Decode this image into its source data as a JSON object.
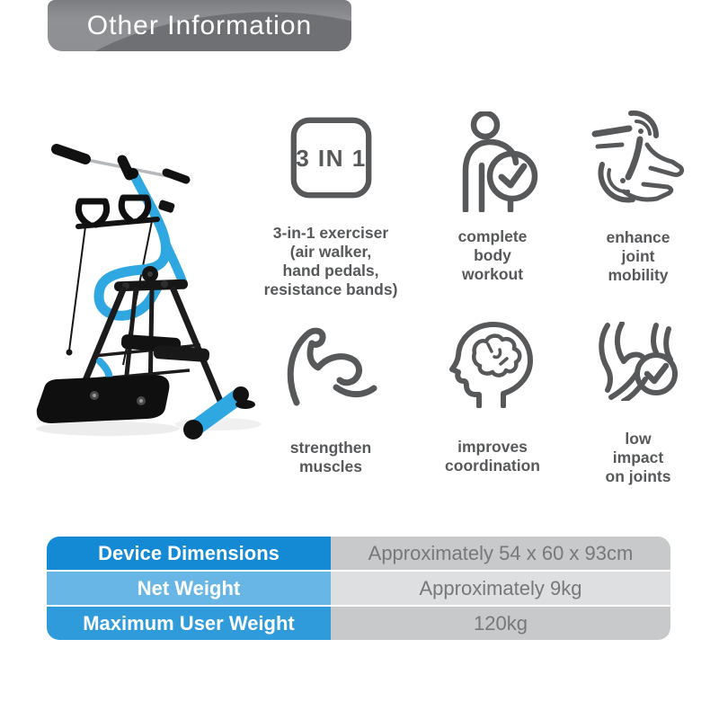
{
  "header": {
    "title": "Other Information"
  },
  "product_image": {
    "name": "3-in-1 exerciser product photo",
    "frame_color": "#2fa8e1",
    "hardware_color": "#161616"
  },
  "features": [
    {
      "icon": "three-in-one-badge-icon",
      "badge_text": "3 IN 1",
      "label": "3-in-1 exerciser\n(air walker,\nhand pedals,\nresistance bands)"
    },
    {
      "icon": "body-checkmark-icon",
      "label": "complete\nbody\nworkout"
    },
    {
      "icon": "joint-mobility-icon",
      "label": "enhance\njoint\nmobility"
    },
    {
      "icon": "bicep-muscle-icon",
      "label": "strengthen\nmuscles"
    },
    {
      "icon": "head-brain-icon",
      "label": "improves\ncoordination"
    },
    {
      "icon": "hip-joint-checkmark-icon",
      "label": "low\nimpact\non joints"
    }
  ],
  "spec_table": {
    "rows": [
      {
        "label": "Device Dimensions",
        "value": "Approximately 54 x 60 x 93cm"
      },
      {
        "label": "Net Weight",
        "value": "Approximately 9kg"
      },
      {
        "label": "Maximum User Weight",
        "value": "120kg"
      }
    ],
    "label_bg_colors": [
      "#1489d4",
      "#68b6e6",
      "#2f9bda"
    ],
    "value_bg_colors": [
      "#c8c9cb",
      "#dedfe0",
      "#c8c9cb"
    ],
    "label_text_color": "#ffffff",
    "value_text_color": "#77787b"
  },
  "colors": {
    "banner_gray": "#8f9194",
    "banner_gloss_dark": "#6e7073",
    "icon_gray": "#56585a"
  }
}
